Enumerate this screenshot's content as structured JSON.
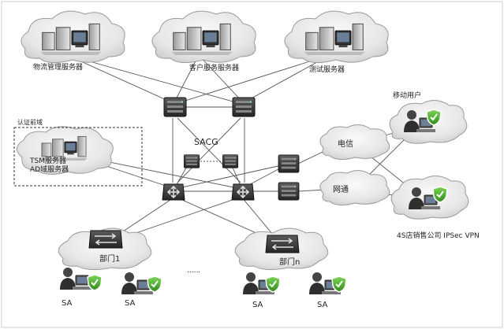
{
  "labels": {
    "logistics_server": "物流管理服务器",
    "customer_server": "客户服务服务器",
    "test_server": "测试服务器",
    "auth_domain": "认证前域",
    "tsm_server": "TSM服务器",
    "ad_server": "AD域服务器",
    "sacg": "SACG",
    "mobile_user": "移动用户",
    "telecom": "电信",
    "netcom": "网通",
    "dealer_vpn": "4S店销售公司 IPSec VPN",
    "dept_1": "部门1",
    "dept_n": "部门n",
    "ellipsis": "......",
    "sa": "SA"
  },
  "colors": {
    "cloud_fill": "#e9e9e9",
    "cloud_stroke": "#9a9a9a",
    "device_dark": "#3a3a3a",
    "line": "#555555",
    "shield_green": "#4cae2d"
  }
}
